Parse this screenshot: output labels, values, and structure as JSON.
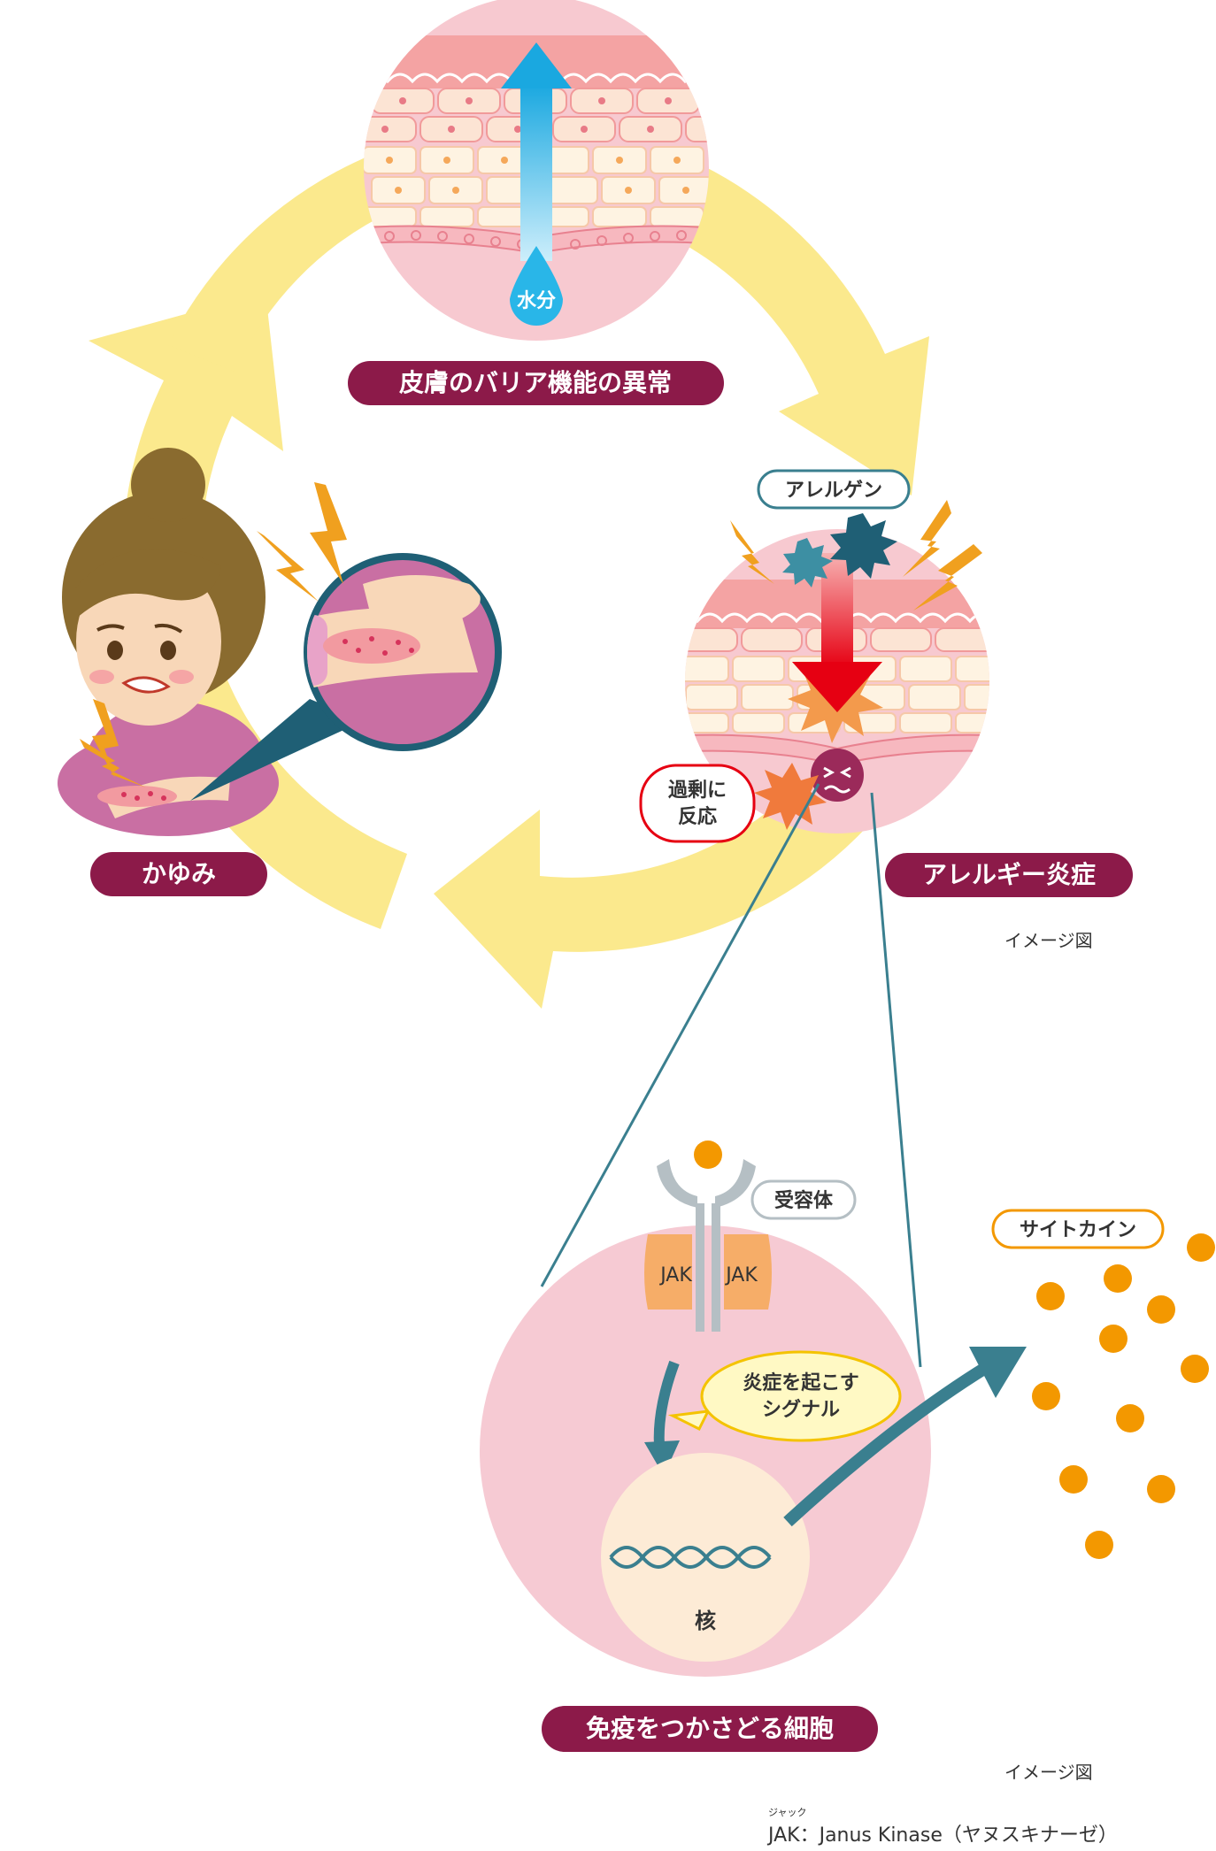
{
  "labels": {
    "barrier": "皮膚のバリア機能の異常",
    "water": "水分",
    "allergen": "アレルゲン",
    "inflammation": "アレルギー炎症",
    "overreaction_line1": "過剰に",
    "overreaction_line2": "反応",
    "itch": "かゆみ",
    "image_note_top": "イメージ図",
    "receptor": "受容体",
    "jak_left": "JAK",
    "jak_right": "JAK",
    "signal_line1": "炎症を起こす",
    "signal_line2": "シグナル",
    "nucleus": "核",
    "cytokine": "サイトカイン",
    "immune_cell": "免疫をつかさどる細胞",
    "image_note_bottom": "イメージ図",
    "jak_ruby": "ジャック",
    "jak_footnote": "JAK：Janus Kinase（ヤヌスキナーゼ）"
  },
  "colors": {
    "cycle_arrow": "#fbe98d",
    "label_bg": "#8c1a49",
    "skin_top": "#f4a3a3",
    "skin_cells": "#fde9d6",
    "skin_under": "#f7c9d0",
    "water_arrow": "#29b6e8",
    "allergy_arrow": "#e60012",
    "teal": "#3a7f8f",
    "cytokine_dot": "#f39800",
    "signal_bubble": "#fff9c4"
  }
}
